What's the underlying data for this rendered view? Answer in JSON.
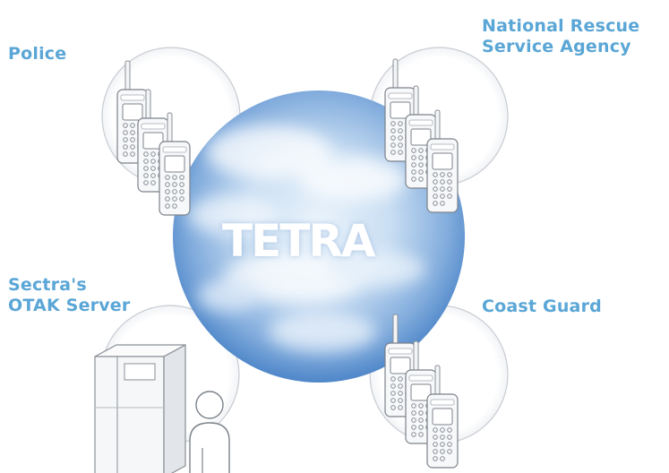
{
  "center": {
    "label": "TETRA"
  },
  "nodes": {
    "police": {
      "lines": [
        "Police"
      ]
    },
    "nrsa": {
      "lines": [
        "National Rescue",
        "Service Agency"
      ]
    },
    "sectra": {
      "lines": [
        "Sectra's",
        "OTAK Server"
      ]
    },
    "coast": {
      "lines": [
        "Coast Guard"
      ]
    }
  },
  "colors": {
    "label": "#5aa6d6",
    "sky_light": "#eef5fc",
    "sky_dark": "#4f87c9",
    "node_circle_stroke": "#c8ccd2"
  }
}
